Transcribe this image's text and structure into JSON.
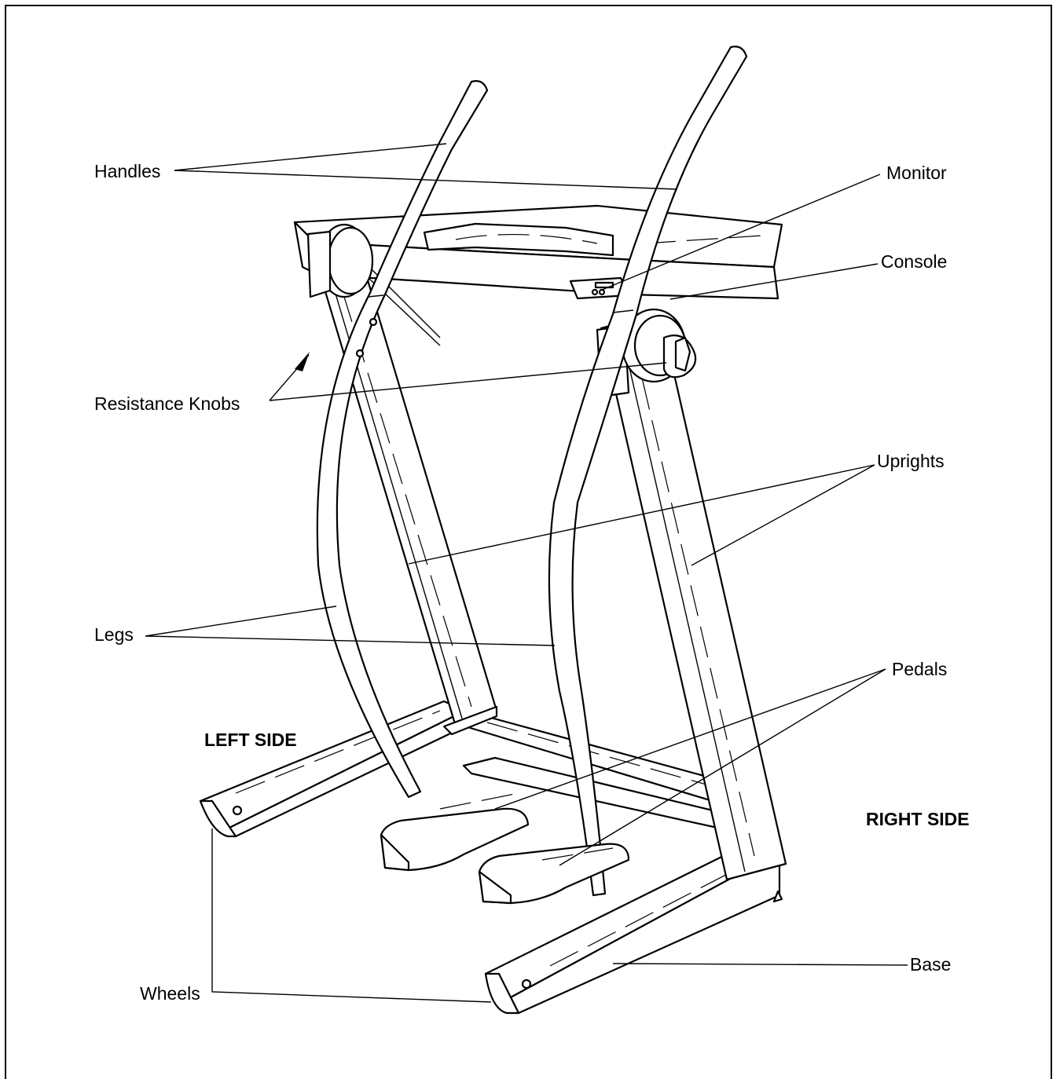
{
  "labels": {
    "handles": "Handles",
    "monitor": "Monitor",
    "console": "Console",
    "resistance_knobs": "Resistance Knobs",
    "uprights": "Uprights",
    "legs": "Legs",
    "pedals": "Pedals",
    "left_side": "LEFT SIDE",
    "right_side": "RIGHT SIDE",
    "base": "Base",
    "wheels": "Wheels"
  },
  "colors": {
    "line": "#000000",
    "background": "#ffffff"
  }
}
